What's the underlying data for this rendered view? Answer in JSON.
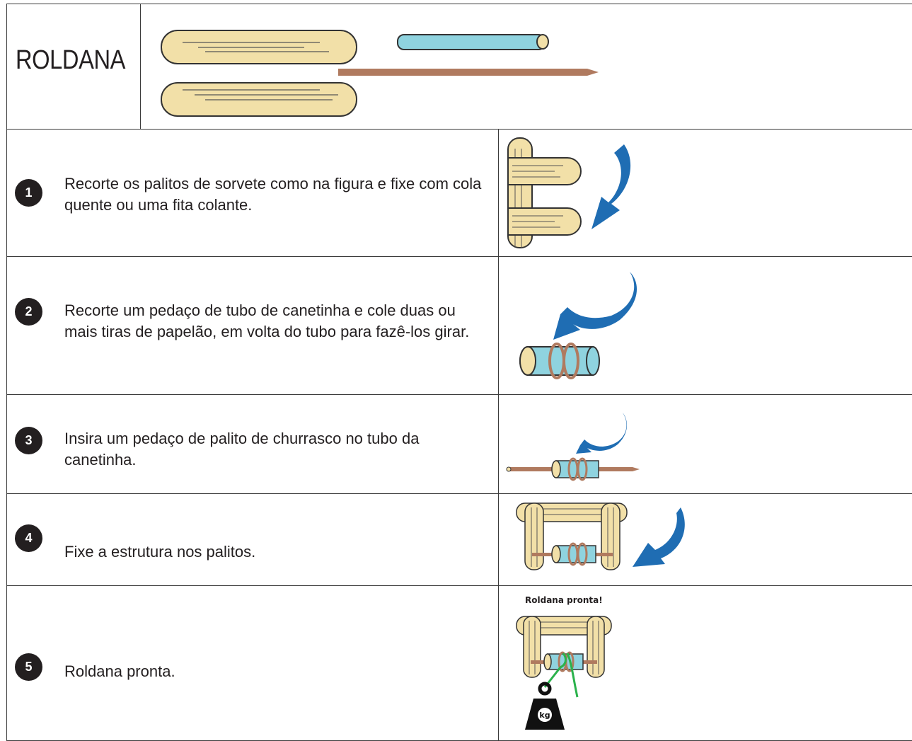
{
  "title": "ROLDANA",
  "steps": [
    {
      "number": "1",
      "text": "Recorte os palitos de sorvete como na figura e fixe com cola quente ou uma fita colante."
    },
    {
      "number": "2",
      "text": "Recorte um pedaço de tubo de canetinha e cole duas ou mais tiras de papelão, em volta do tubo para fazê-los girar."
    },
    {
      "number": "3",
      "text": "Insira um pedaço de palito de churrasco no tubo da canetinha."
    },
    {
      "number": "4",
      "text": "Fixe a estrutura nos palitos."
    },
    {
      "number": "5",
      "text": "Roldana pronta."
    }
  ],
  "illustration_caption": "Roldana pronta!",
  "weight_label": "kg",
  "colors": {
    "stick": "#f2e0a8",
    "tube": "#8fd3df",
    "skewer": "#b07a5f",
    "arrow": "#1f6db3",
    "string": "#2bb24c",
    "border": "#3a3a3a",
    "badge": "#231f20"
  }
}
